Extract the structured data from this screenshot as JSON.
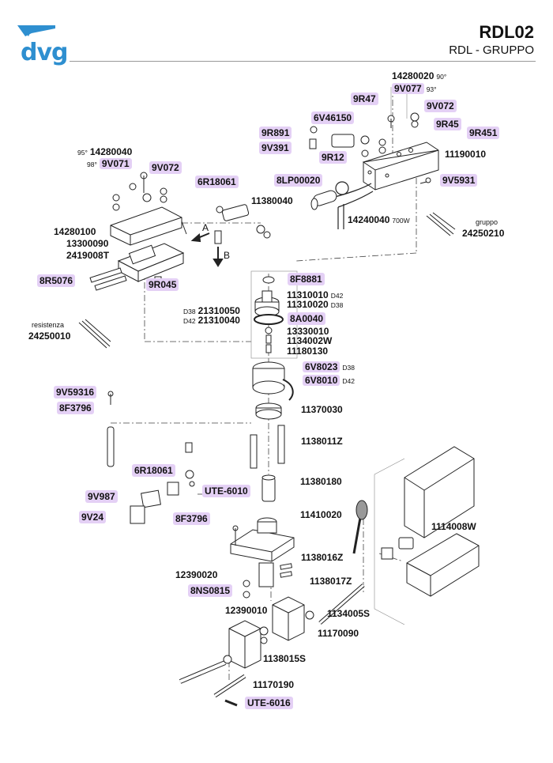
{
  "header": {
    "brand": "dvg",
    "code": "RDL02",
    "subtitle": "RDL - GRUPPO",
    "brand_color": "#2e8fd0",
    "highlight_color": "#e4d0f5"
  },
  "arrows": {
    "a": "A",
    "b": "B"
  },
  "notes": {
    "resistenza": "resistenza",
    "gruppo": "gruppo",
    "deg90": "90°",
    "deg93": "93°",
    "deg95": "95°",
    "deg98": "98°",
    "d38a": "D38",
    "d42a": "D42",
    "d38b": "D38",
    "d42b": "D42",
    "d38c": "D38",
    "d42c": "D42",
    "w700": "700W"
  },
  "parts": [
    {
      "code": "14280020",
      "highlight": false
    },
    {
      "code": "9V077",
      "highlight": true
    },
    {
      "code": "9R47",
      "highlight": true
    },
    {
      "code": "9V072",
      "highlight": true
    },
    {
      "code": "6V46150",
      "highlight": true
    },
    {
      "code": "9R45",
      "highlight": true
    },
    {
      "code": "9R891",
      "highlight": true
    },
    {
      "code": "9R451",
      "highlight": true
    },
    {
      "code": "9V391",
      "highlight": true
    },
    {
      "code": "9R12",
      "highlight": true
    },
    {
      "code": "11190010",
      "highlight": false
    },
    {
      "code": "14280040",
      "highlight": false
    },
    {
      "code": "9V071",
      "highlight": true
    },
    {
      "code": "9V072",
      "highlight": true
    },
    {
      "code": "8LP00020",
      "highlight": true
    },
    {
      "code": "9V5931",
      "highlight": true
    },
    {
      "code": "6R18061",
      "highlight": true
    },
    {
      "code": "11380040",
      "highlight": false
    },
    {
      "code": "14240040",
      "highlight": false
    },
    {
      "code": "24250210",
      "highlight": false
    },
    {
      "code": "14280100",
      "highlight": false
    },
    {
      "code": "13300090",
      "highlight": false
    },
    {
      "code": "2419008T",
      "highlight": false
    },
    {
      "code": "8R5076",
      "highlight": true
    },
    {
      "code": "9R045",
      "highlight": true
    },
    {
      "code": "8F8881",
      "highlight": true
    },
    {
      "code": "11310010",
      "highlight": false
    },
    {
      "code": "11310020",
      "highlight": false
    },
    {
      "code": "21310050",
      "highlight": false
    },
    {
      "code": "21310040",
      "highlight": false
    },
    {
      "code": "8A0040",
      "highlight": true
    },
    {
      "code": "13330010",
      "highlight": false
    },
    {
      "code": "1134002W",
      "highlight": false
    },
    {
      "code": "11180130",
      "highlight": false
    },
    {
      "code": "24250010",
      "highlight": false
    },
    {
      "code": "6V8023",
      "highlight": true
    },
    {
      "code": "6V8010",
      "highlight": true
    },
    {
      "code": "9V59316",
      "highlight": true
    },
    {
      "code": "8F3796",
      "highlight": true
    },
    {
      "code": "11370030",
      "highlight": false
    },
    {
      "code": "1138011Z",
      "highlight": false
    },
    {
      "code": "6R18061",
      "highlight": true
    },
    {
      "code": "11380180",
      "highlight": false
    },
    {
      "code": "9V987",
      "highlight": true
    },
    {
      "code": "UTE-6010",
      "highlight": true
    },
    {
      "code": "9V24",
      "highlight": true
    },
    {
      "code": "8F3796",
      "highlight": true
    },
    {
      "code": "11410020",
      "highlight": false
    },
    {
      "code": "1114008W",
      "highlight": false
    },
    {
      "code": "1138016Z",
      "highlight": false
    },
    {
      "code": "12390020",
      "highlight": false
    },
    {
      "code": "1138017Z",
      "highlight": false
    },
    {
      "code": "8NS0815",
      "highlight": true
    },
    {
      "code": "12390010",
      "highlight": false
    },
    {
      "code": "1134005S",
      "highlight": false
    },
    {
      "code": "11170090",
      "highlight": false
    },
    {
      "code": "1138015S",
      "highlight": false
    },
    {
      "code": "11170190",
      "highlight": false
    },
    {
      "code": "UTE-6016",
      "highlight": true
    }
  ]
}
